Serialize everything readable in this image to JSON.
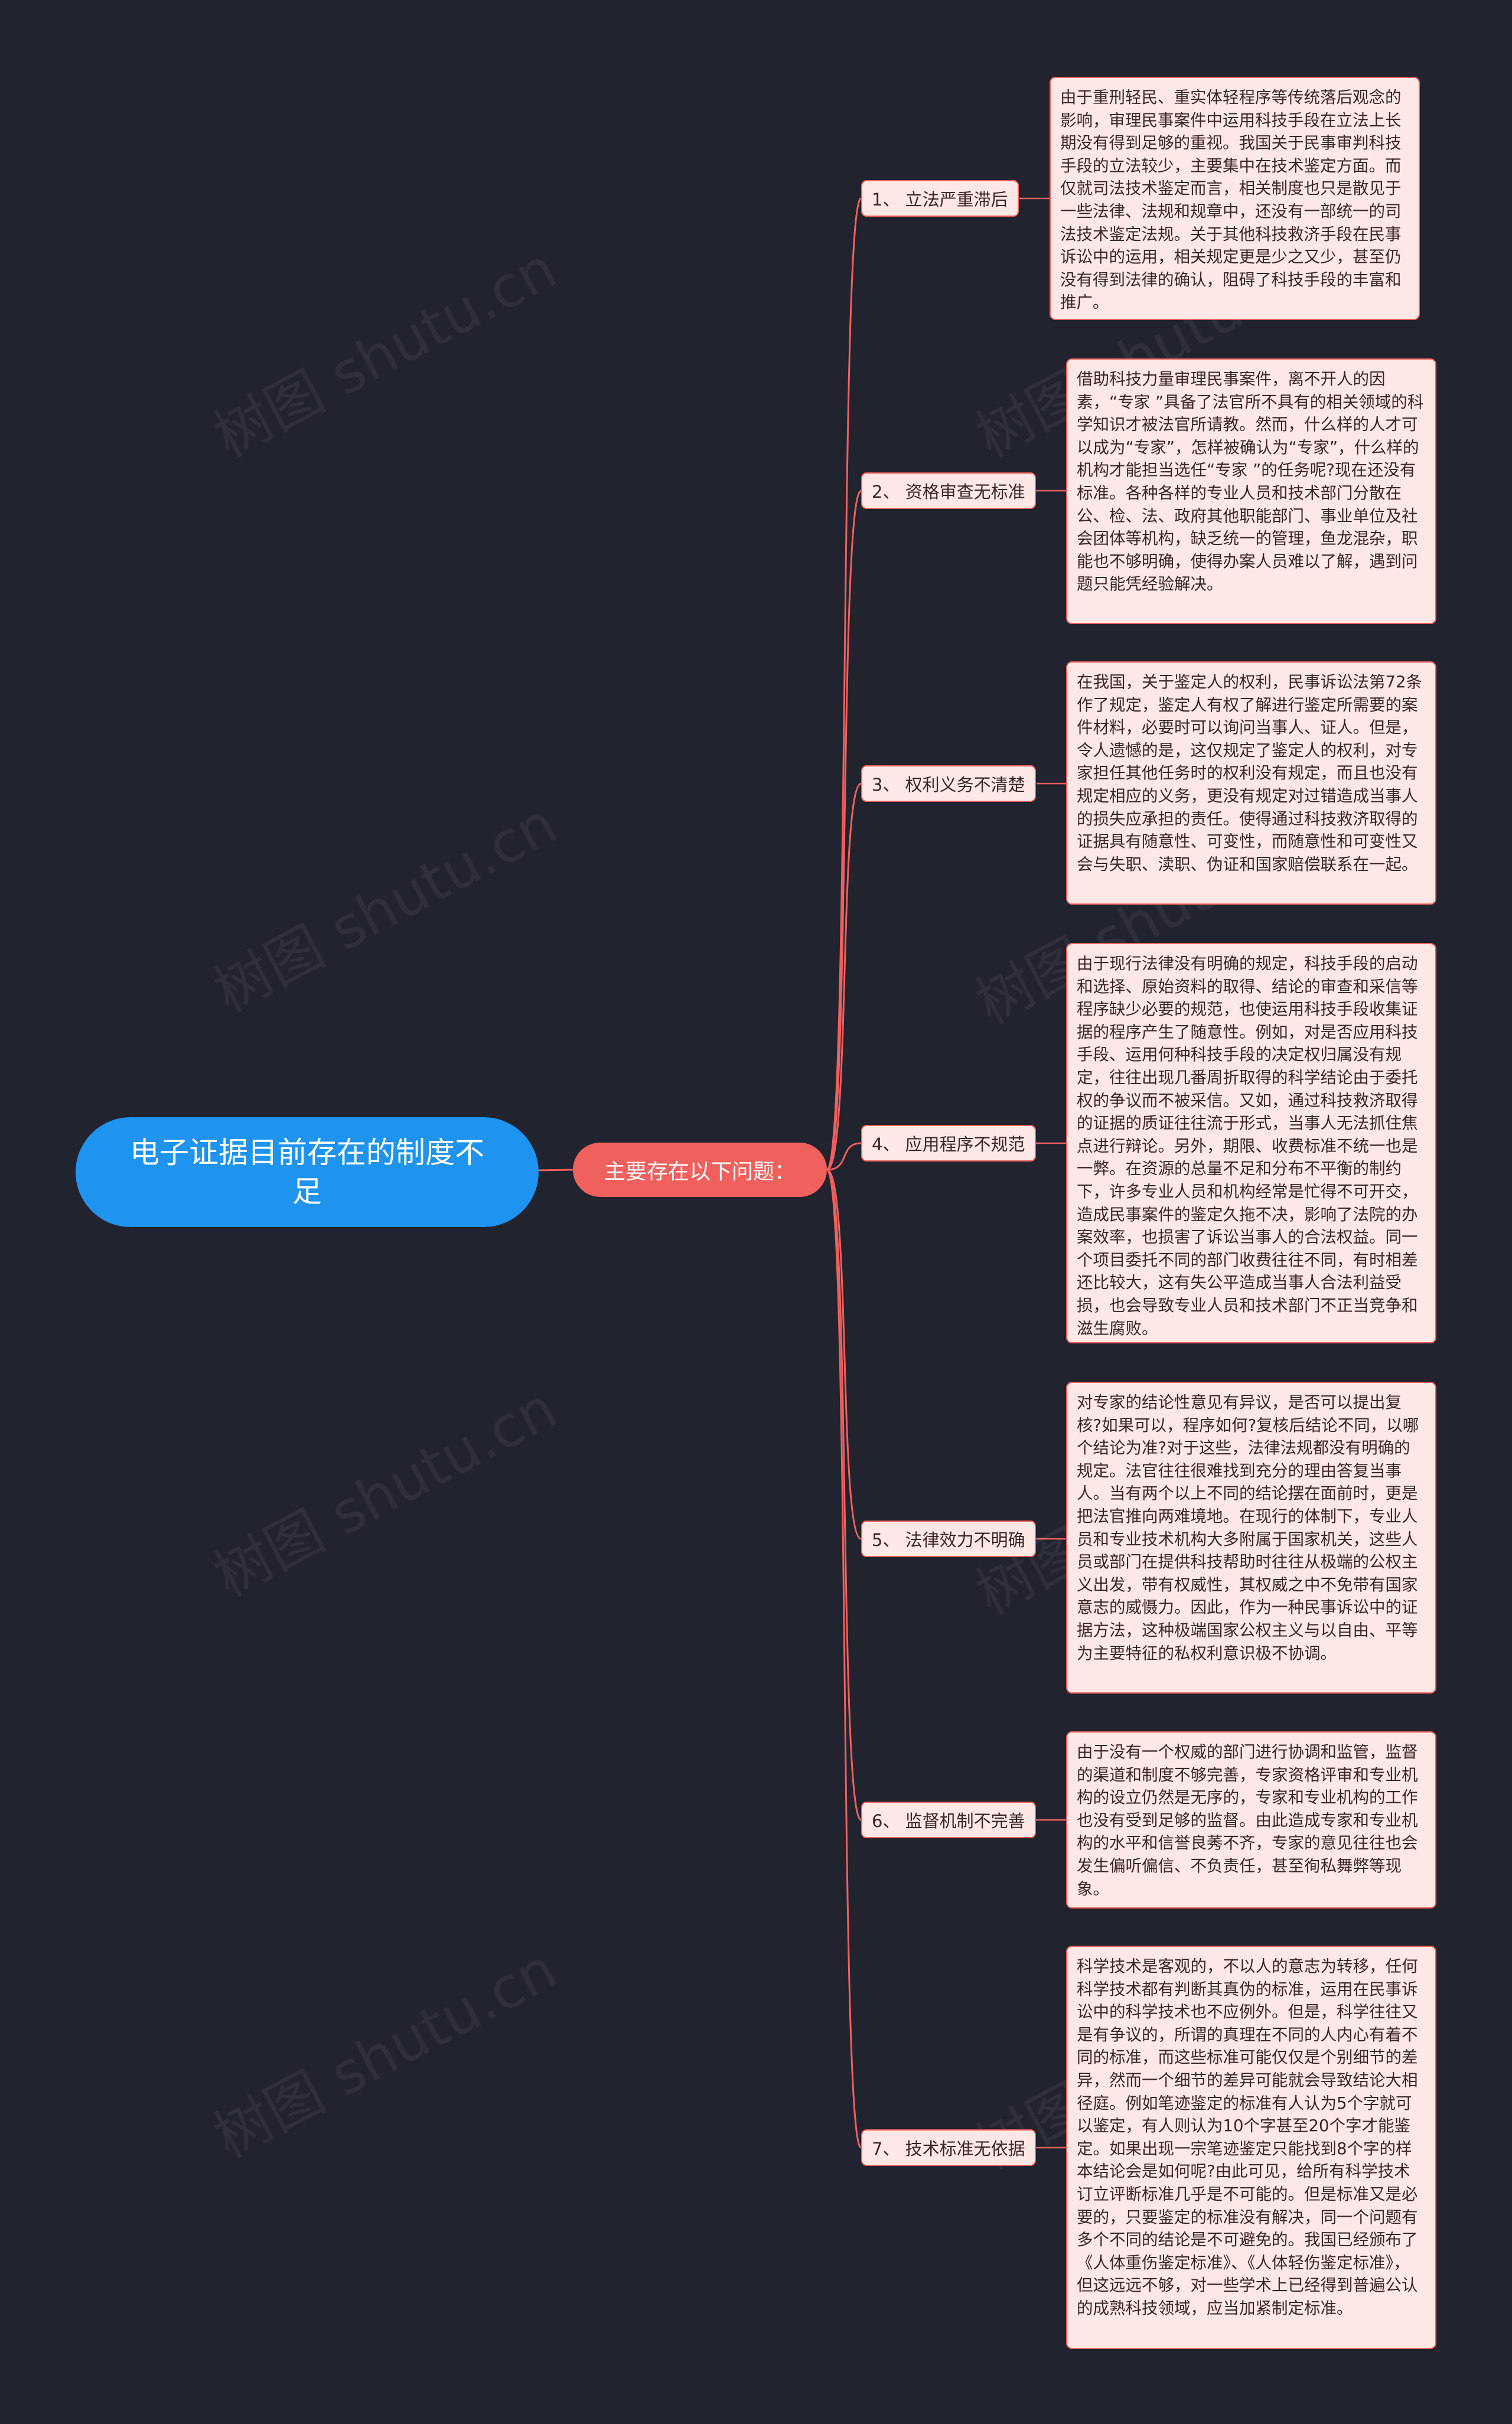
{
  "root": {
    "title": "电子证据目前存在的制度不足"
  },
  "sub": {
    "label": "主要存在以下问题："
  },
  "colors": {
    "background": "#21232f",
    "root": "#1e93f0",
    "accent": "#f0605c",
    "card": "#fde8e6"
  },
  "branches": [
    {
      "label": "1、 立法严重滞后",
      "text": "由于重刑轻民、重实体轻程序等传统落后观念的影响，审理民事案件中运用科技手段在立法上长期没有得到足够的重视。我国关于民事审判科技手段的立法较少，主要集中在技术鉴定方面。而仅就司法技术鉴定而言，相关制度也只是散见于一些法律、法规和规章中，还没有一部统一的司法技术鉴定法规。关于其他科技救济手段在民事诉讼中的运用，相关规定更是少之又少，甚至仍没有得到法律的确认，阻碍了科技手段的丰富和推广。"
    },
    {
      "label": "2、 资格审查无标准",
      "text": "借助科技力量审理民事案件，离不开人的因素，“专家 ”具备了法官所不具有的相关领域的科学知识才被法官所请教。然而，什么样的人才可以成为“专家”，怎样被确认为“专家”，什么样的机构才能担当选任“专家 ”的任务呢?现在还没有标准。各种各样的专业人员和技术部门分散在公、检、法、政府其他职能部门、事业单位及社会团体等机构，缺乏统一的管理，鱼龙混杂，职能也不够明确，使得办案人员难以了解，遇到问题只能凭经验解决。"
    },
    {
      "label": "3、 权利义务不清楚",
      "text": "在我国，关于鉴定人的权利，民事诉讼法第72条作了规定，鉴定人有权了解进行鉴定所需要的案件材料，必要时可以询问当事人、证人。但是，令人遗憾的是，这仅规定了鉴定人的权利，对专家担任其他任务时的权利没有规定，而且也没有规定相应的义务，更没有规定对过错造成当事人的损失应承担的责任。使得通过科技救济取得的证据具有随意性、可变性，而随意性和可变性又会与失职、渎职、伪证和国家赔偿联系在一起。"
    },
    {
      "label": "4、 应用程序不规范",
      "text": "由于现行法律没有明确的规定，科技手段的启动和选择、原始资料的取得、结论的审查和采信等程序缺少必要的规范，也使运用科技手段收集证据的程序产生了随意性。例如，对是否应用科技手段、运用何种科技手段的决定权归属没有规定，往往出现几番周折取得的科学结论由于委托权的争议而不被采信。又如，通过科技救济取得的证据的质证往往流于形式，当事人无法抓住焦点进行辩论。另外，期限、收费标准不统一也是一弊。在资源的总量不足和分布不平衡的制约下，许多专业人员和机构经常是忙得不可开交，造成民事案件的鉴定久拖不决，影响了法院的办案效率，也损害了诉讼当事人的合法权益。同一个项目委托不同的部门收费往往不同，有时相差还比较大，这有失公平造成当事人合法利益受损，也会导致专业人员和技术部门不正当竞争和滋生腐败。"
    },
    {
      "label": "5、 法律效力不明确",
      "text": "对专家的结论性意见有异议，是否可以提出复核?如果可以，程序如何?复核后结论不同，以哪个结论为准?对于这些，法律法规都没有明确的规定。法官往往很难找到充分的理由答复当事人。当有两个以上不同的结论摆在面前时，更是把法官推向两难境地。在现行的体制下，专业人员和专业技术机构大多附属于国家机关，这些人员或部门在提供科技帮助时往往从极端的公权主义出发，带有权威性，其权威之中不免带有国家意志的威慑力。因此，作为一种民事诉讼中的证据方法，这种极端国家公权主义与以自由、平等为主要特征的私权利意识极不协调。"
    },
    {
      "label": "6、 监督机制不完善",
      "text": "由于没有一个权威的部门进行协调和监管，监督的渠道和制度不够完善，专家资格评审和专业机构的设立仍然是无序的，专家和专业机构的工作也没有受到足够的监督。由此造成专家和专业机构的水平和信誉良莠不齐，专家的意见往往也会发生偏听偏信、不负责任，甚至徇私舞弊等现象。"
    },
    {
      "label": "7、 技术标准无依据",
      "text": "科学技术是客观的，不以人的意志为转移，任何科学技术都有判断其真伪的标准，运用在民事诉讼中的科学技术也不应例外。但是，科学往往又是有争议的，所谓的真理在不同的人内心有着不同的标准，而这些标准可能仅仅是个别细节的差异，然而一个细节的差异可能就会导致结论大相径庭。例如笔迹鉴定的标准有人认为5个字就可以鉴定，有人则认为10个字甚至20个字才能鉴定。如果出现一宗笔迹鉴定只能找到8个字的样本结论会是如何呢?由此可见，给所有科学技术订立评断标准几乎是不可能的。但是标准又是必要的，只要鉴定的标准没有解决，同一个问题有多个不同的结论是不可避免的。我国已经颁布了《人体重伤鉴定标准》、《人体轻伤鉴定标准》，但这远远不够，对一些学术上已经得到普遍公认的成熟科技领域，应当加紧制定标准。"
    }
  ]
}
